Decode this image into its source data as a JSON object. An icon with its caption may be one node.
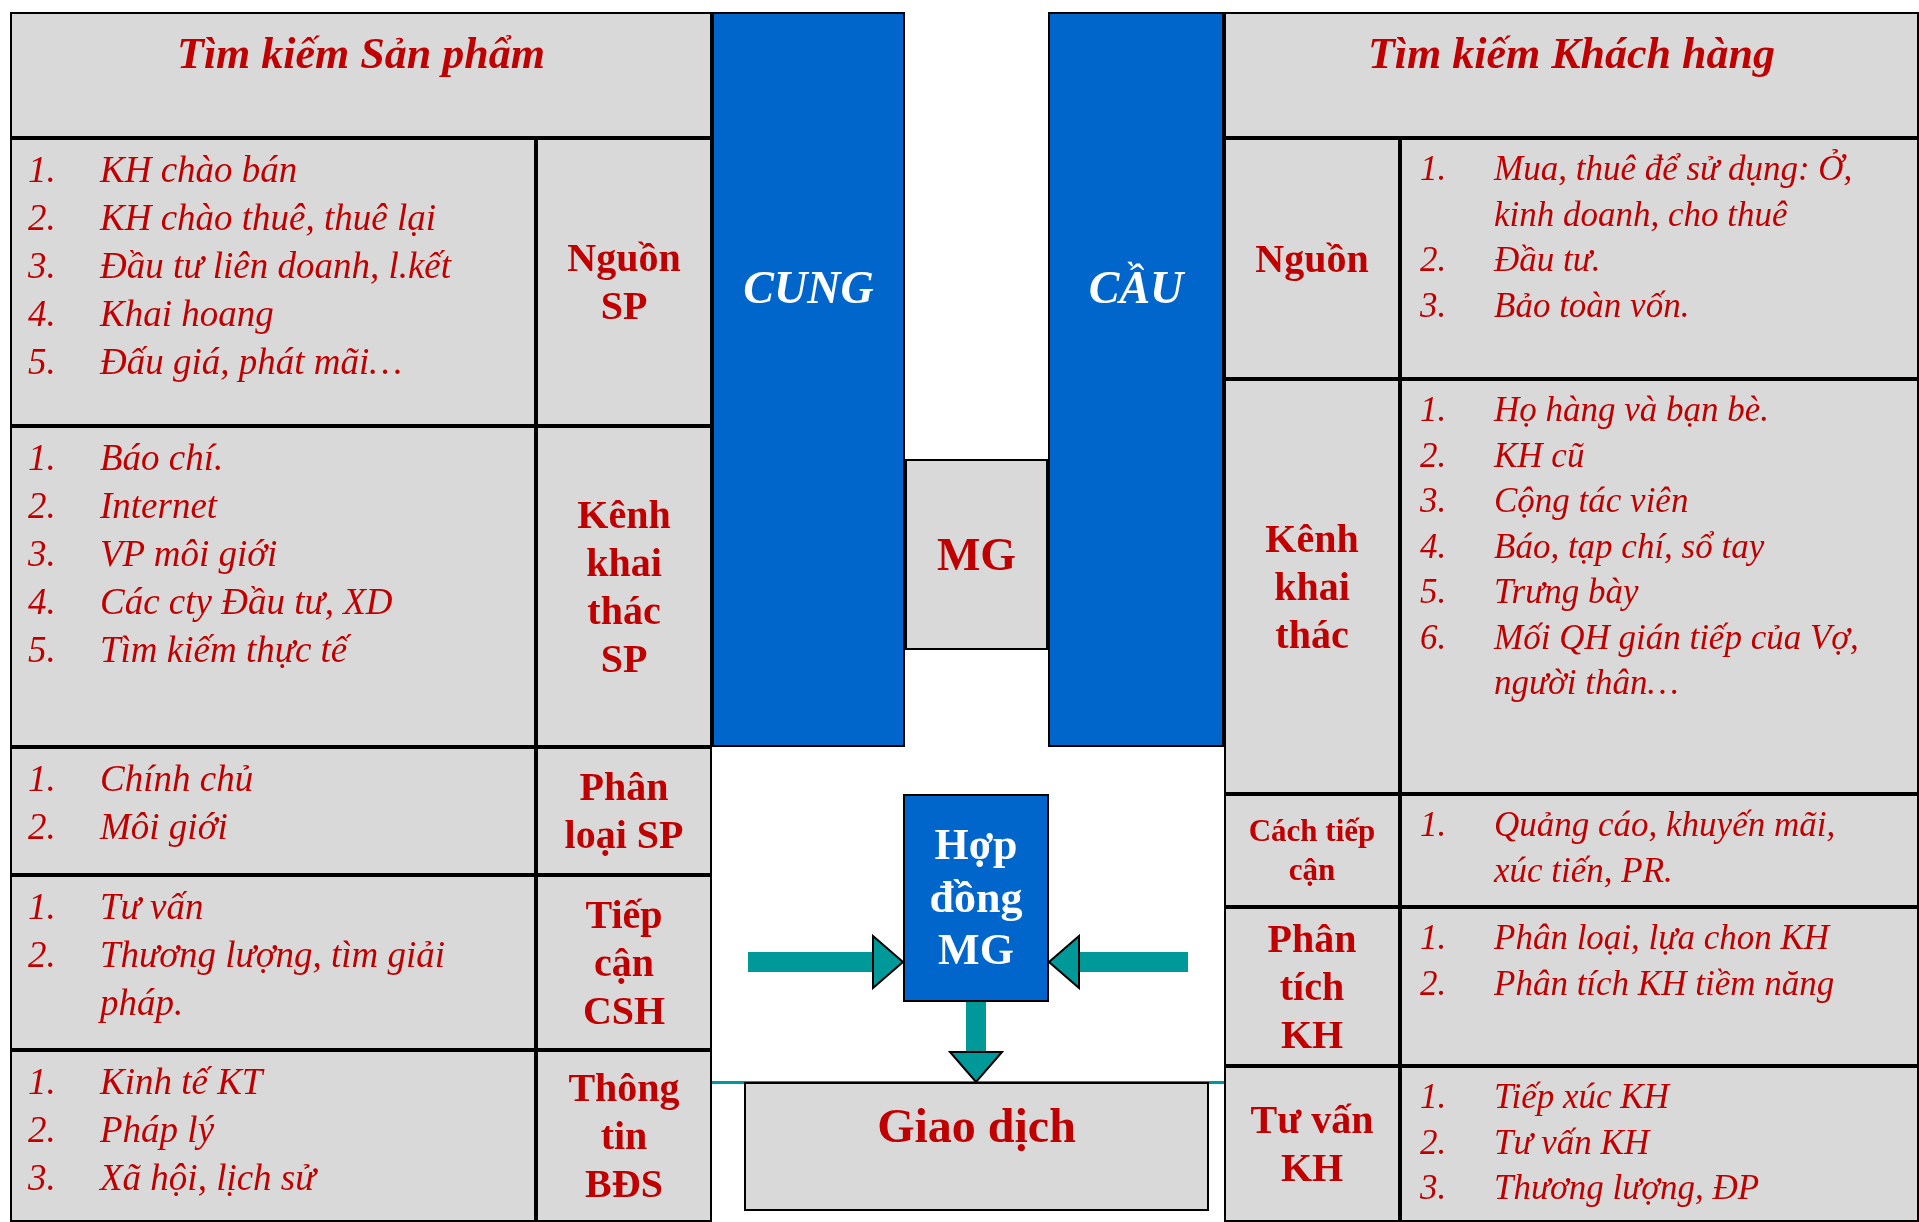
{
  "diagram": {
    "nodes": [
      {
        "text": [
          "Tìm kiếm Sản phẩm"
        ]
      },
      {
        "text": [
          "1. KH chào bán",
          "2. KH chào thuê, thuê lại",
          "3. Đầu tư liên doanh, l.kết",
          "4. Khai hoang",
          "5. Đấu giá, phát mãi…"
        ]
      },
      {
        "text": [
          "Nguồn SP"
        ]
      },
      {
        "text": [
          "1. Báo chí.",
          "2. Internet",
          "3. VP môi giới",
          "4. Các cty Đầu tư, XD",
          "5. Tìm kiếm thực tế"
        ]
      },
      {
        "text": [
          "Kênh khai thác SP"
        ]
      },
      {
        "text": [
          "1. Chính chủ",
          "2. Môi giới"
        ]
      },
      {
        "text": [
          "Phân loại SP"
        ]
      },
      {
        "text": [
          "1. Tư vấn",
          "2. Thương lượng, tìm giải pháp."
        ]
      },
      {
        "text": [
          "Tiếp cận CSH"
        ]
      },
      {
        "text": [
          "1. Kinh tế KT",
          "2. Pháp lý",
          "3. Xã hội, lịch sử"
        ]
      },
      {
        "text": [
          "Thông tin BĐS"
        ]
      },
      {
        "text": [
          "CUNG"
        ]
      },
      {
        "text": [
          "MG"
        ]
      },
      {
        "text": [
          "CẦU"
        ]
      },
      {
        "text": [
          "Tìm kiếm Khách hàng"
        ]
      },
      {
        "text": [
          "Nguồn"
        ]
      },
      {
        "text": [
          "1. Mua, thuê để sử dụng: Ở, kinh doanh, cho thuê",
          "2. Đầu tư.",
          "3. Bảo toàn vốn."
        ]
      },
      {
        "text": [
          "Kênh khai thác"
        ]
      },
      {
        "text": [
          "1. Họ hàng và bạn bè.",
          "2. KH cũ",
          "3. Cộng tác viên",
          "4. Báo, tạp chí, sổ tay",
          "5. Trưng bày",
          "6. Mối QH gián tiếp của Vợ, người thân…"
        ]
      },
      {
        "text": [
          "Cách tiếp cận"
        ]
      },
      {
        "text": [
          "1. Quảng cáo, khuyến mãi, xúc tiến, PR."
        ]
      },
      {
        "text": [
          "Phân tích KH"
        ]
      },
      {
        "text": [
          "1. Phân loại, lựa chon KH",
          "2. Phân tích KH tiềm năng"
        ]
      },
      {
        "text": [
          "Tư vấn KH"
        ]
      },
      {
        "text": [
          "1. Tiếp xúc KH",
          "2. Tư vấn KH",
          "3. Thương lượng, ĐP"
        ]
      },
      {
        "text": [
          "Hợp đồng MG"
        ]
      },
      {
        "text": [
          "Giao dịch"
        ]
      }
    ],
    "edges": [
      {
        "from": null,
        "to": 25,
        "arrow": "to"
      },
      {
        "from": null,
        "to": 25,
        "arrow": "to"
      },
      {
        "from": 25,
        "to": 26,
        "arrow": "to"
      }
    ]
  }
}
